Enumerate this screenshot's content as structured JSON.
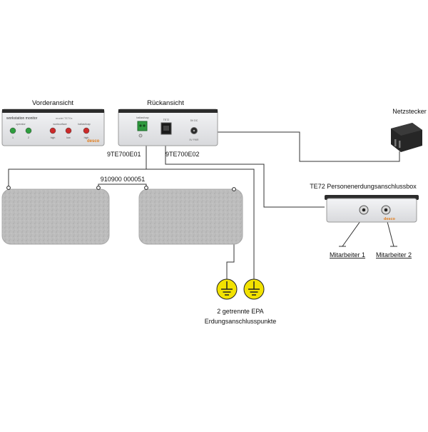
{
  "labels": {
    "front_view": "Vorderansicht",
    "rear_view": "Rückansicht",
    "power_plug": "Netzstecker",
    "box_title": "TE72 Personenerdungsanschlussbox",
    "cable_left": "9TE700E01",
    "cable_right": "9TE700E02",
    "mat_cable": "910900 000051",
    "worker1": "Mitarbeiter 1",
    "worker2": "Mitarbeiter 2",
    "epa_line1": "2 getrennte EPA",
    "epa_line2": "Erdungsanschlusspunkte"
  },
  "front_panel": {
    "title": "workstation monitor",
    "model": "model TE70x",
    "group_left": "operator",
    "group_mid": "worksurface",
    "group_right": "ballast/cap",
    "led_labels": [
      "1",
      "2",
      "high",
      "low",
      "high"
    ],
    "brand": "desco",
    "led_colors": [
      "#2e9e3e",
      "#2e9e3e",
      "#cc2a2a",
      "#cc2a2a",
      "#cc2a2a"
    ]
  },
  "rear_panel": {
    "port1": "ballast/cap",
    "port2": "TE72",
    "port3": "5V DC",
    "port3_sub": "5V PWR"
  },
  "box": {
    "brand": "desco"
  },
  "colors": {
    "ground_symbol": "#f2e200",
    "mat": "#b9b9b9",
    "device_body": "#e6e7e9"
  }
}
